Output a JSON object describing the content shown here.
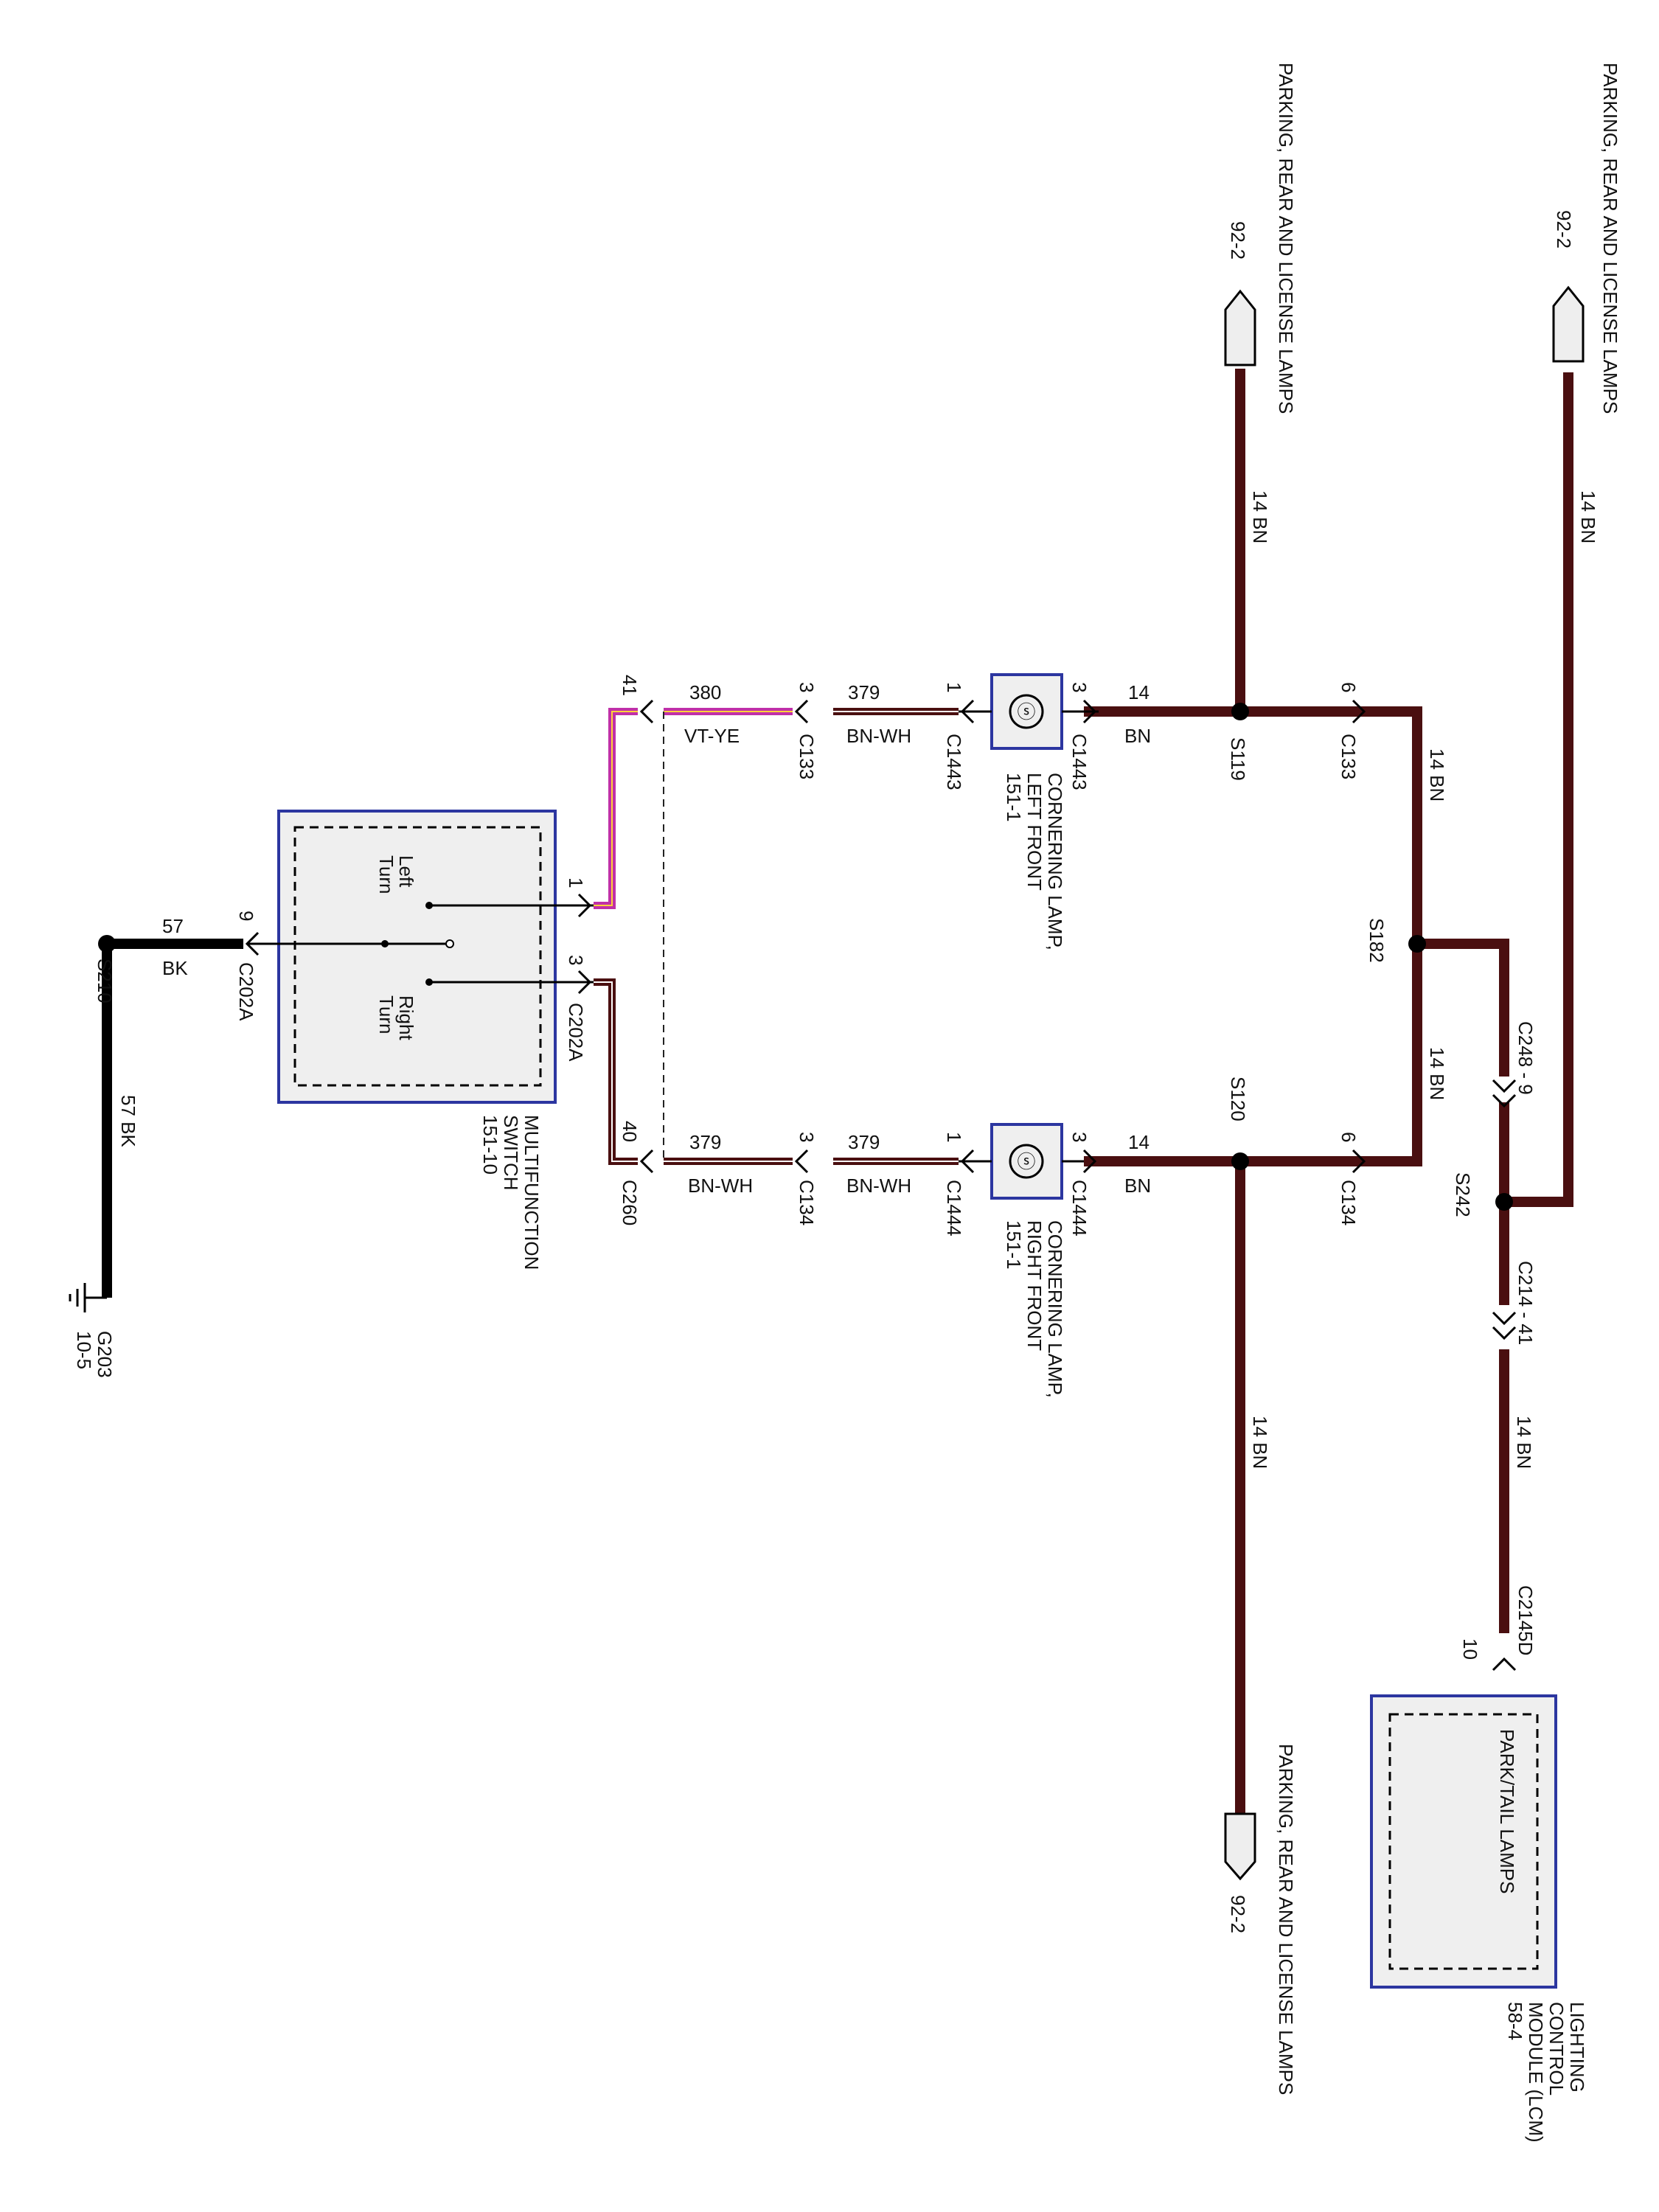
{
  "colors": {
    "wire_bn": "#4a0f10",
    "wire_bn_wh": "#4a0f10",
    "wire_vt_ye": "#c030a8",
    "wire_bk": "#000000",
    "component_border": "#2c36a0",
    "component_fill": "#efefef"
  },
  "connectors_text": {
    "parking_lamps": "PARKING, REAR AND LICENSE LAMPS",
    "page_ref": "92-2"
  },
  "wires": {
    "w14": "14",
    "bn": "BN",
    "w14bn": "14  BN",
    "w380": "380",
    "vt_ye": "VT-YE",
    "w379": "379",
    "bn_wh": "BN-WH",
    "w57": "57",
    "bk": "BK",
    "w57bk": "57  BK"
  },
  "pins": {
    "p3": "3",
    "p1": "1",
    "p6": "6",
    "p41": "41",
    "p40": "40",
    "p9": "9",
    "p10": "10"
  },
  "connectors": {
    "c1443": "C1443",
    "c1444": "C1444",
    "c133": "C133",
    "c134": "C134",
    "c202a": "C202A",
    "c260": "C260",
    "c248_9": "C248 - 9",
    "c214_41": "C214 - 41",
    "c2145d": "C2145D"
  },
  "splices": {
    "s119": "S119",
    "s120": "S120",
    "s182": "S182",
    "s242": "S242",
    "s210": "S210"
  },
  "ground": {
    "g203": "G203",
    "ref": "10-5"
  },
  "components": {
    "lamp_left": [
      "CORNERING LAMP,",
      "LEFT FRONT",
      "151-1"
    ],
    "lamp_right": [
      "CORNERING LAMP,",
      "RIGHT FRONT",
      "151-1"
    ],
    "switch": [
      "MULTIFUNCTION",
      "SWITCH",
      "151-10"
    ],
    "switch_left": [
      "Left",
      "Turn"
    ],
    "switch_right": [
      "Right",
      "Turn"
    ],
    "lcm": [
      "LIGHTING",
      "CONTROL",
      "MODULE (LCM)",
      "58-4"
    ],
    "lcm_inner": "PARK/TAIL LAMPS"
  }
}
